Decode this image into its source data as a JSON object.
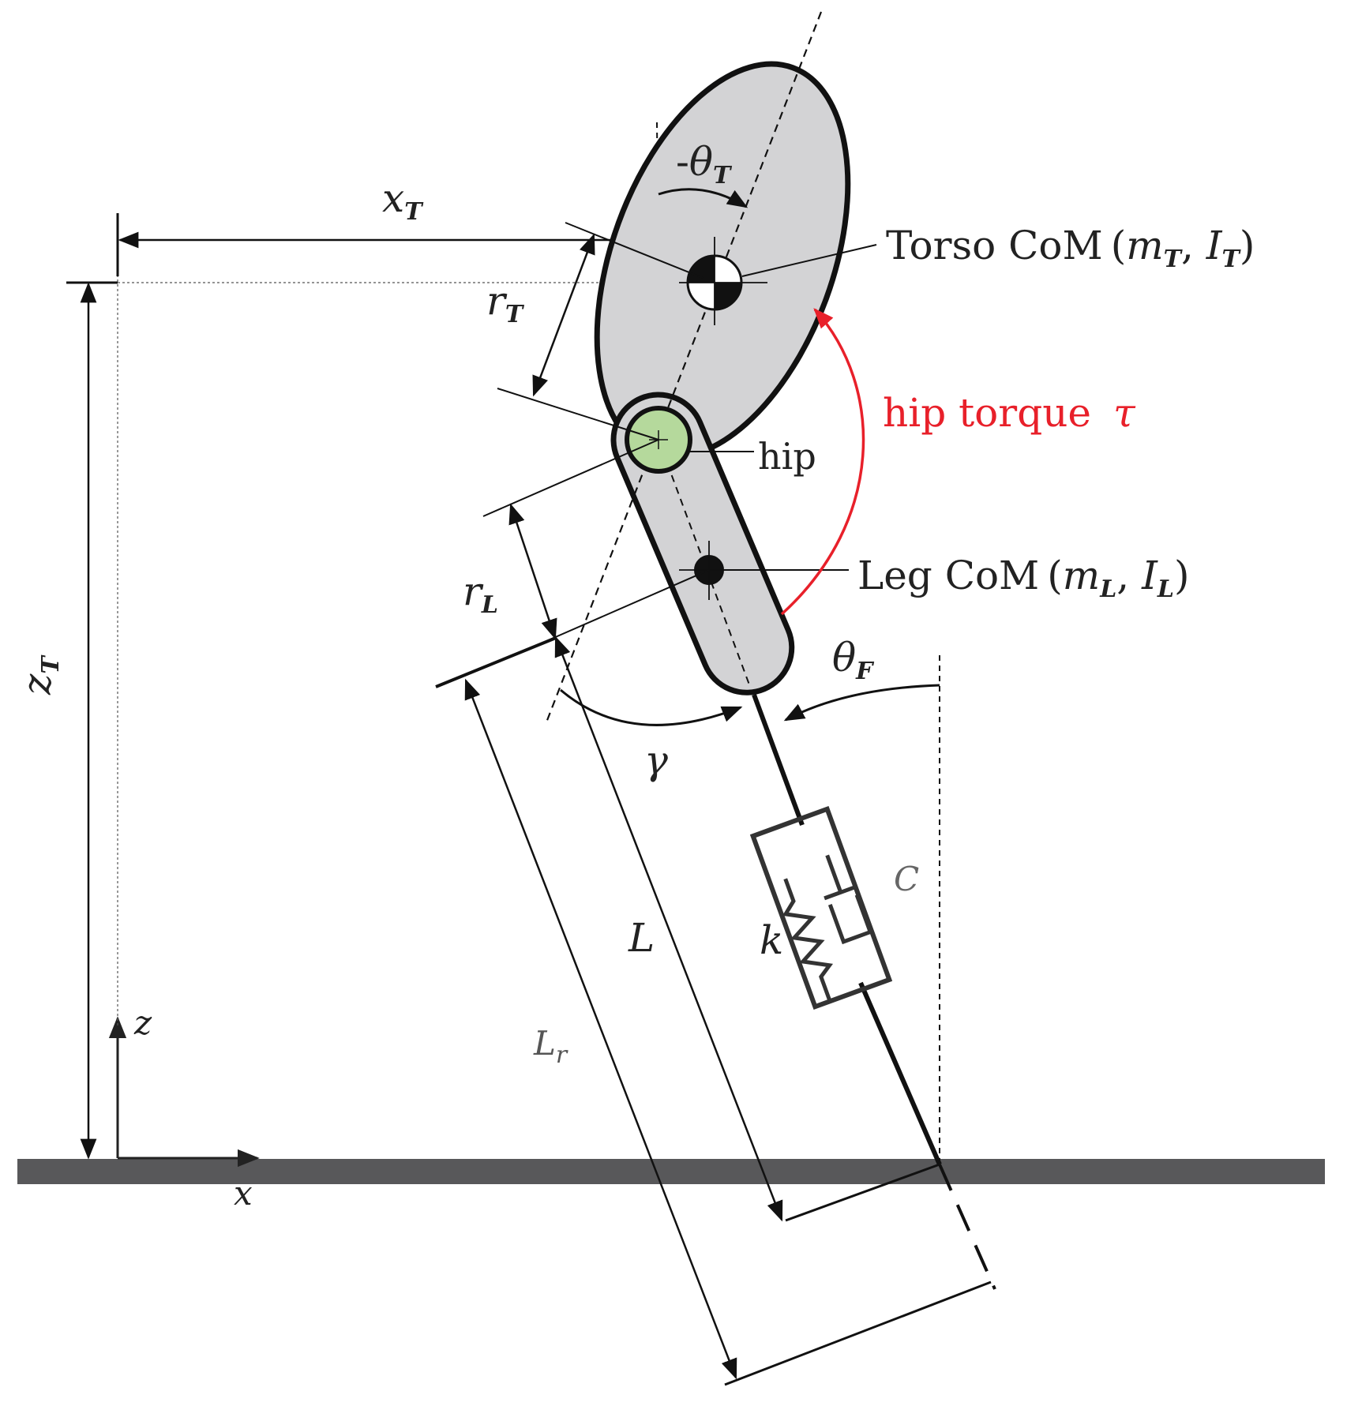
{
  "labels": {
    "xT_main": "x",
    "xT_sub": "T",
    "zT_main": "z",
    "zT_sub": "T",
    "thetaT_prefix": "-",
    "thetaT_main": "θ",
    "thetaT_sub": "T",
    "rT_main": "r",
    "rT_sub": "T",
    "rL_main": "r",
    "rL_sub": "L",
    "torso_text": "Torso CoM",
    "torso_params_open": "(",
    "torso_m": "m",
    "torso_m_sub": "T",
    "torso_comma": ", ",
    "torso_I": "I",
    "torso_I_sub": "T",
    "torso_params_close": ")",
    "hip_torque_text": "hip torque",
    "tau": "τ",
    "hip": "hip",
    "leg_text": "Leg CoM",
    "leg_params_open": "(",
    "leg_m": "m",
    "leg_m_sub": "L",
    "leg_comma": ", ",
    "leg_I": "I",
    "leg_I_sub": "L",
    "leg_params_close": ")",
    "thetaF_main": "θ",
    "thetaF_sub": "F",
    "gamma": "γ",
    "L": "L",
    "Lr_main": "L",
    "Lr_sub": "r",
    "k": "k",
    "C": "C",
    "z_axis": "z",
    "x_axis": "x"
  },
  "colors": {
    "body_fill": "#d3d3d5",
    "hip_fill": "#b5d99c",
    "torque": "#e8202a",
    "ground": "#58585a",
    "line": "#111111"
  }
}
